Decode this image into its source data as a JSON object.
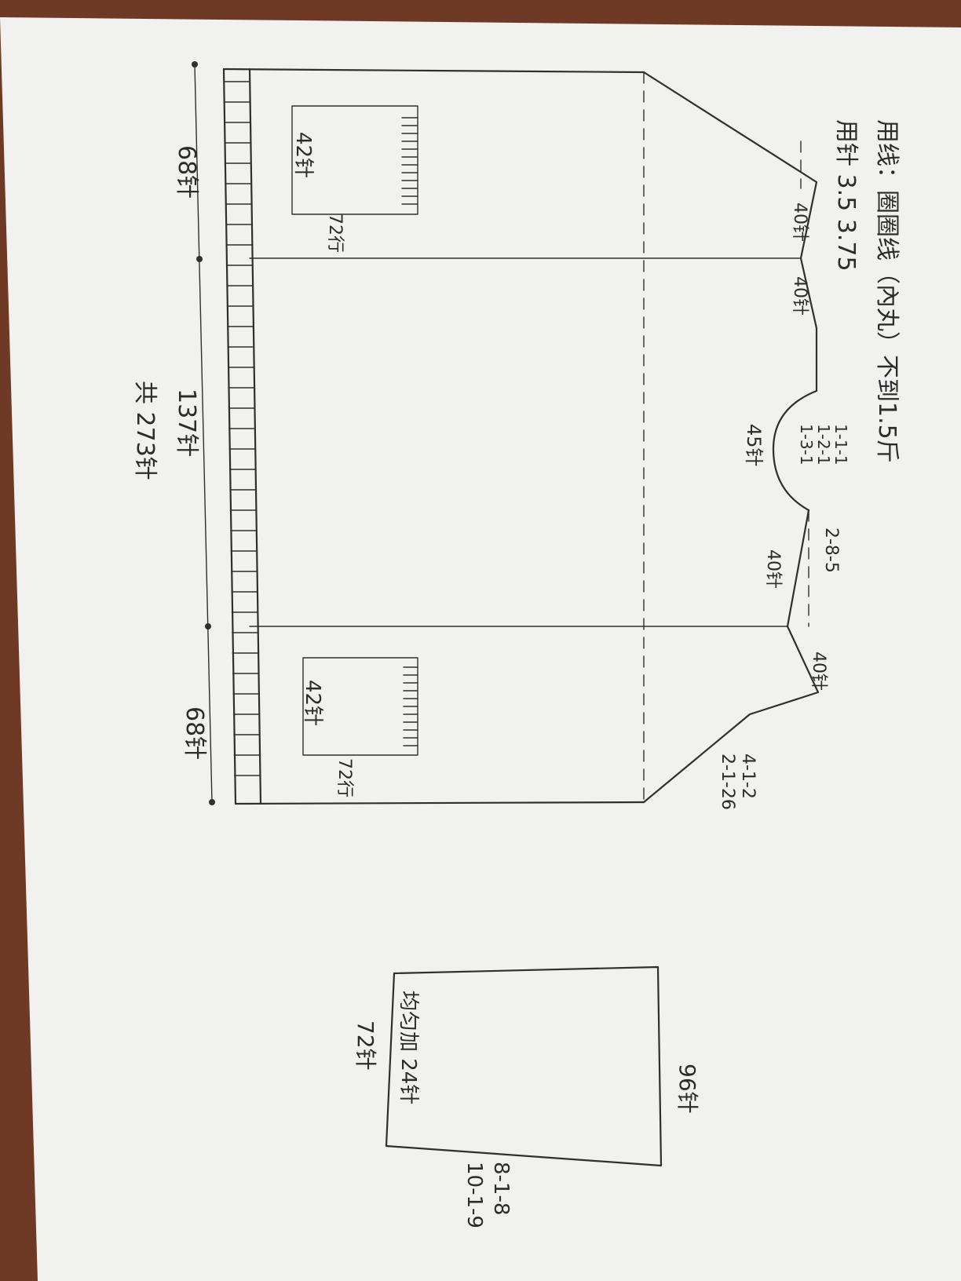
{
  "notes": {
    "yarn": "用线：圈圈线（內丸）不到1.5斤",
    "needle": "用针 3.5   3.75"
  },
  "body": {
    "total_stitches": "共 273针",
    "back_width": "137针",
    "front_left_width": "68针",
    "front_right_width": "68针"
  },
  "pockets": {
    "upper": {
      "stitches": "42针",
      "rows": "72行"
    },
    "lower": {
      "stitches": "42针",
      "rows": "72行"
    }
  },
  "shaping": {
    "shoulder_left": "40针",
    "shoulder_mid_left": "40针",
    "neck_curve": "45针",
    "neck_decrease": [
      "1-1-1",
      "1-2-1",
      "1-3-1"
    ],
    "shoulder_mid_right": "40针",
    "shoulder_decrease": "2-8-5",
    "shoulder_right": "40针",
    "neckline_decrease": [
      "4-1-2",
      "2-1-26"
    ]
  },
  "sleeve": {
    "cuff": "72针",
    "top": "96针",
    "pattern_note": "均匀加 24针",
    "increase_rule": [
      "10-1-9",
      "8-1-8"
    ]
  },
  "colors": {
    "paper": "#f1f1ef",
    "ink": "#2f2f2f",
    "table": "#6e3a26"
  }
}
